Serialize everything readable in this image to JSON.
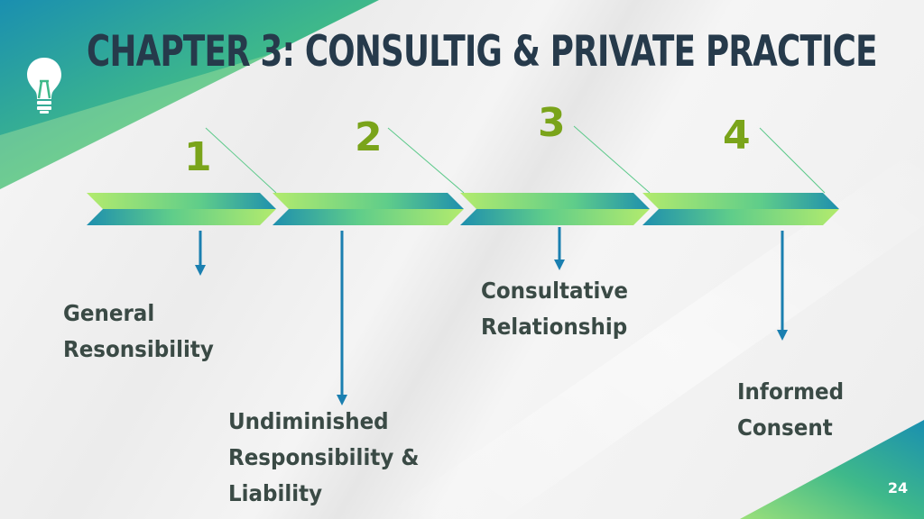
{
  "slide": {
    "title": "Chapter 3: Consultig & Private Practice",
    "page_number": "24"
  },
  "colors": {
    "title": "#263a4b",
    "number": "#7aa41a",
    "label": "#3a4a45",
    "arrow": "#1a7fb0",
    "teal": "#1b8aa6",
    "green": "#8fd96a"
  },
  "icons": {
    "bulb": "lightbulb-icon"
  },
  "steps": [
    {
      "number": "1",
      "label_line1": "General",
      "label_line2": "Resonsibility",
      "label_line3": ""
    },
    {
      "number": "2",
      "label_line1": "Undiminished",
      "label_line2": "Responsibility &",
      "label_line3": "Liability"
    },
    {
      "number": "3",
      "label_line1": "Consultative",
      "label_line2": "Relationship",
      "label_line3": ""
    },
    {
      "number": "4",
      "label_line1": "Informed",
      "label_line2": "Consent",
      "label_line3": ""
    }
  ]
}
